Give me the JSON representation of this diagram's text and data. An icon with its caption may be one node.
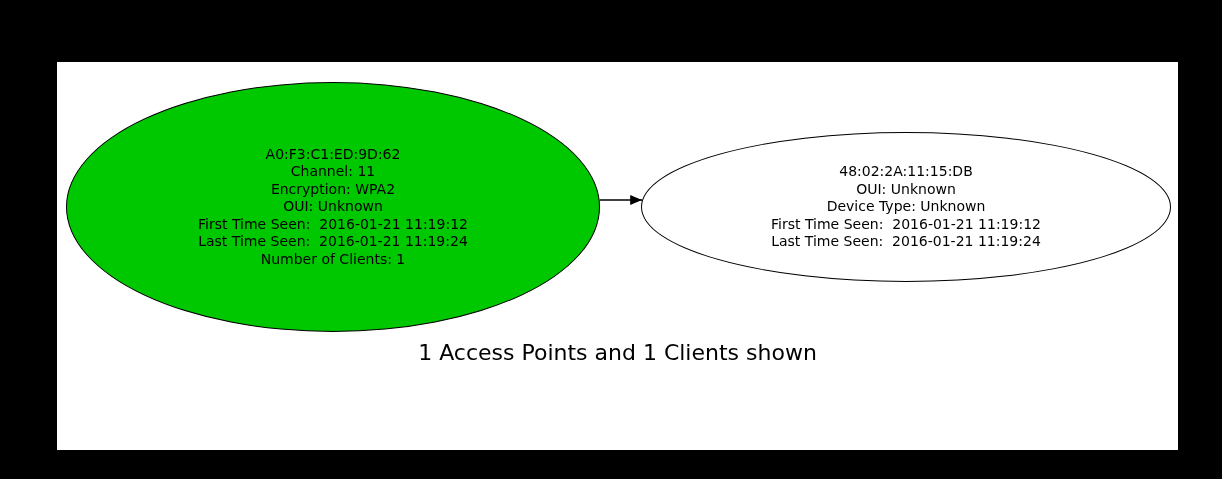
{
  "diagram": {
    "nodes": [
      {
        "text": [
          "A0:F3:C1:ED:9D:62",
          "Channel: 11",
          "Encryption: WPA2",
          "OUI: Unknown",
          "First Time Seen:  2016-01-21 11:19:12",
          "Last Time Seen:  2016-01-21 11:19:24",
          "Number of Clients: 1"
        ]
      },
      {
        "text": [
          "48:02:2A:11:15:DB",
          "OUI: Unknown",
          "Device Type: Unknown",
          "First Time Seen:  2016-01-21 11:19:12",
          "Last Time Seen:  2016-01-21 11:19:24"
        ]
      }
    ],
    "edges": [
      {
        "from": 0,
        "to": 1,
        "arrow": "to"
      }
    ],
    "caption": "1 Access Points and 1 Clients shown"
  }
}
